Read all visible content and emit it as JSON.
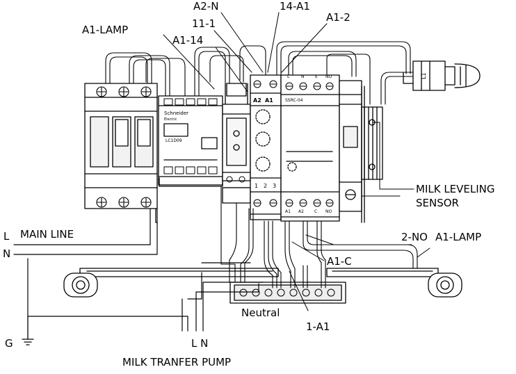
{
  "labels": {
    "a2_n": "A2-N",
    "a14_a1": "14-A1",
    "a1_2": "A1-2",
    "a11_1": "11-1",
    "a1_lamp_top": "A1-LAMP",
    "a1_14": "A1-14",
    "milk_leveling_1": "MILK LEVELING",
    "milk_leveling_2": "SENSOR",
    "l_line": "L",
    "main_line": "MAIN LINE",
    "n_line": "N",
    "two_no": "2-NO",
    "a1_lamp_right": "A1-LAMP",
    "a1_c": "A1-C",
    "neutral": "Neutral",
    "one_a1": "1-A1",
    "ground": "G",
    "pump_ln": "L N",
    "pump": "MILK TRANFER PUMP"
  },
  "components": {
    "contactor_brand": "Schneider",
    "contactor_sub": "Electric",
    "contactor_model": "LC1D09",
    "relay_model": "SSRC-04",
    "relay_terminals_top": [
      "A2",
      "A1"
    ],
    "relay_terminals_mid": [
      "1",
      "2",
      "3"
    ],
    "control_terminals_bottom": [
      "A1",
      "A2",
      "C",
      "NO"
    ],
    "control_terminals_top": [
      "L",
      "N",
      "E",
      "NO"
    ],
    "lamp_tag": "L1"
  },
  "colors": {
    "line": "#000000",
    "background": "#ffffff",
    "fill": "#f2f2f2"
  }
}
